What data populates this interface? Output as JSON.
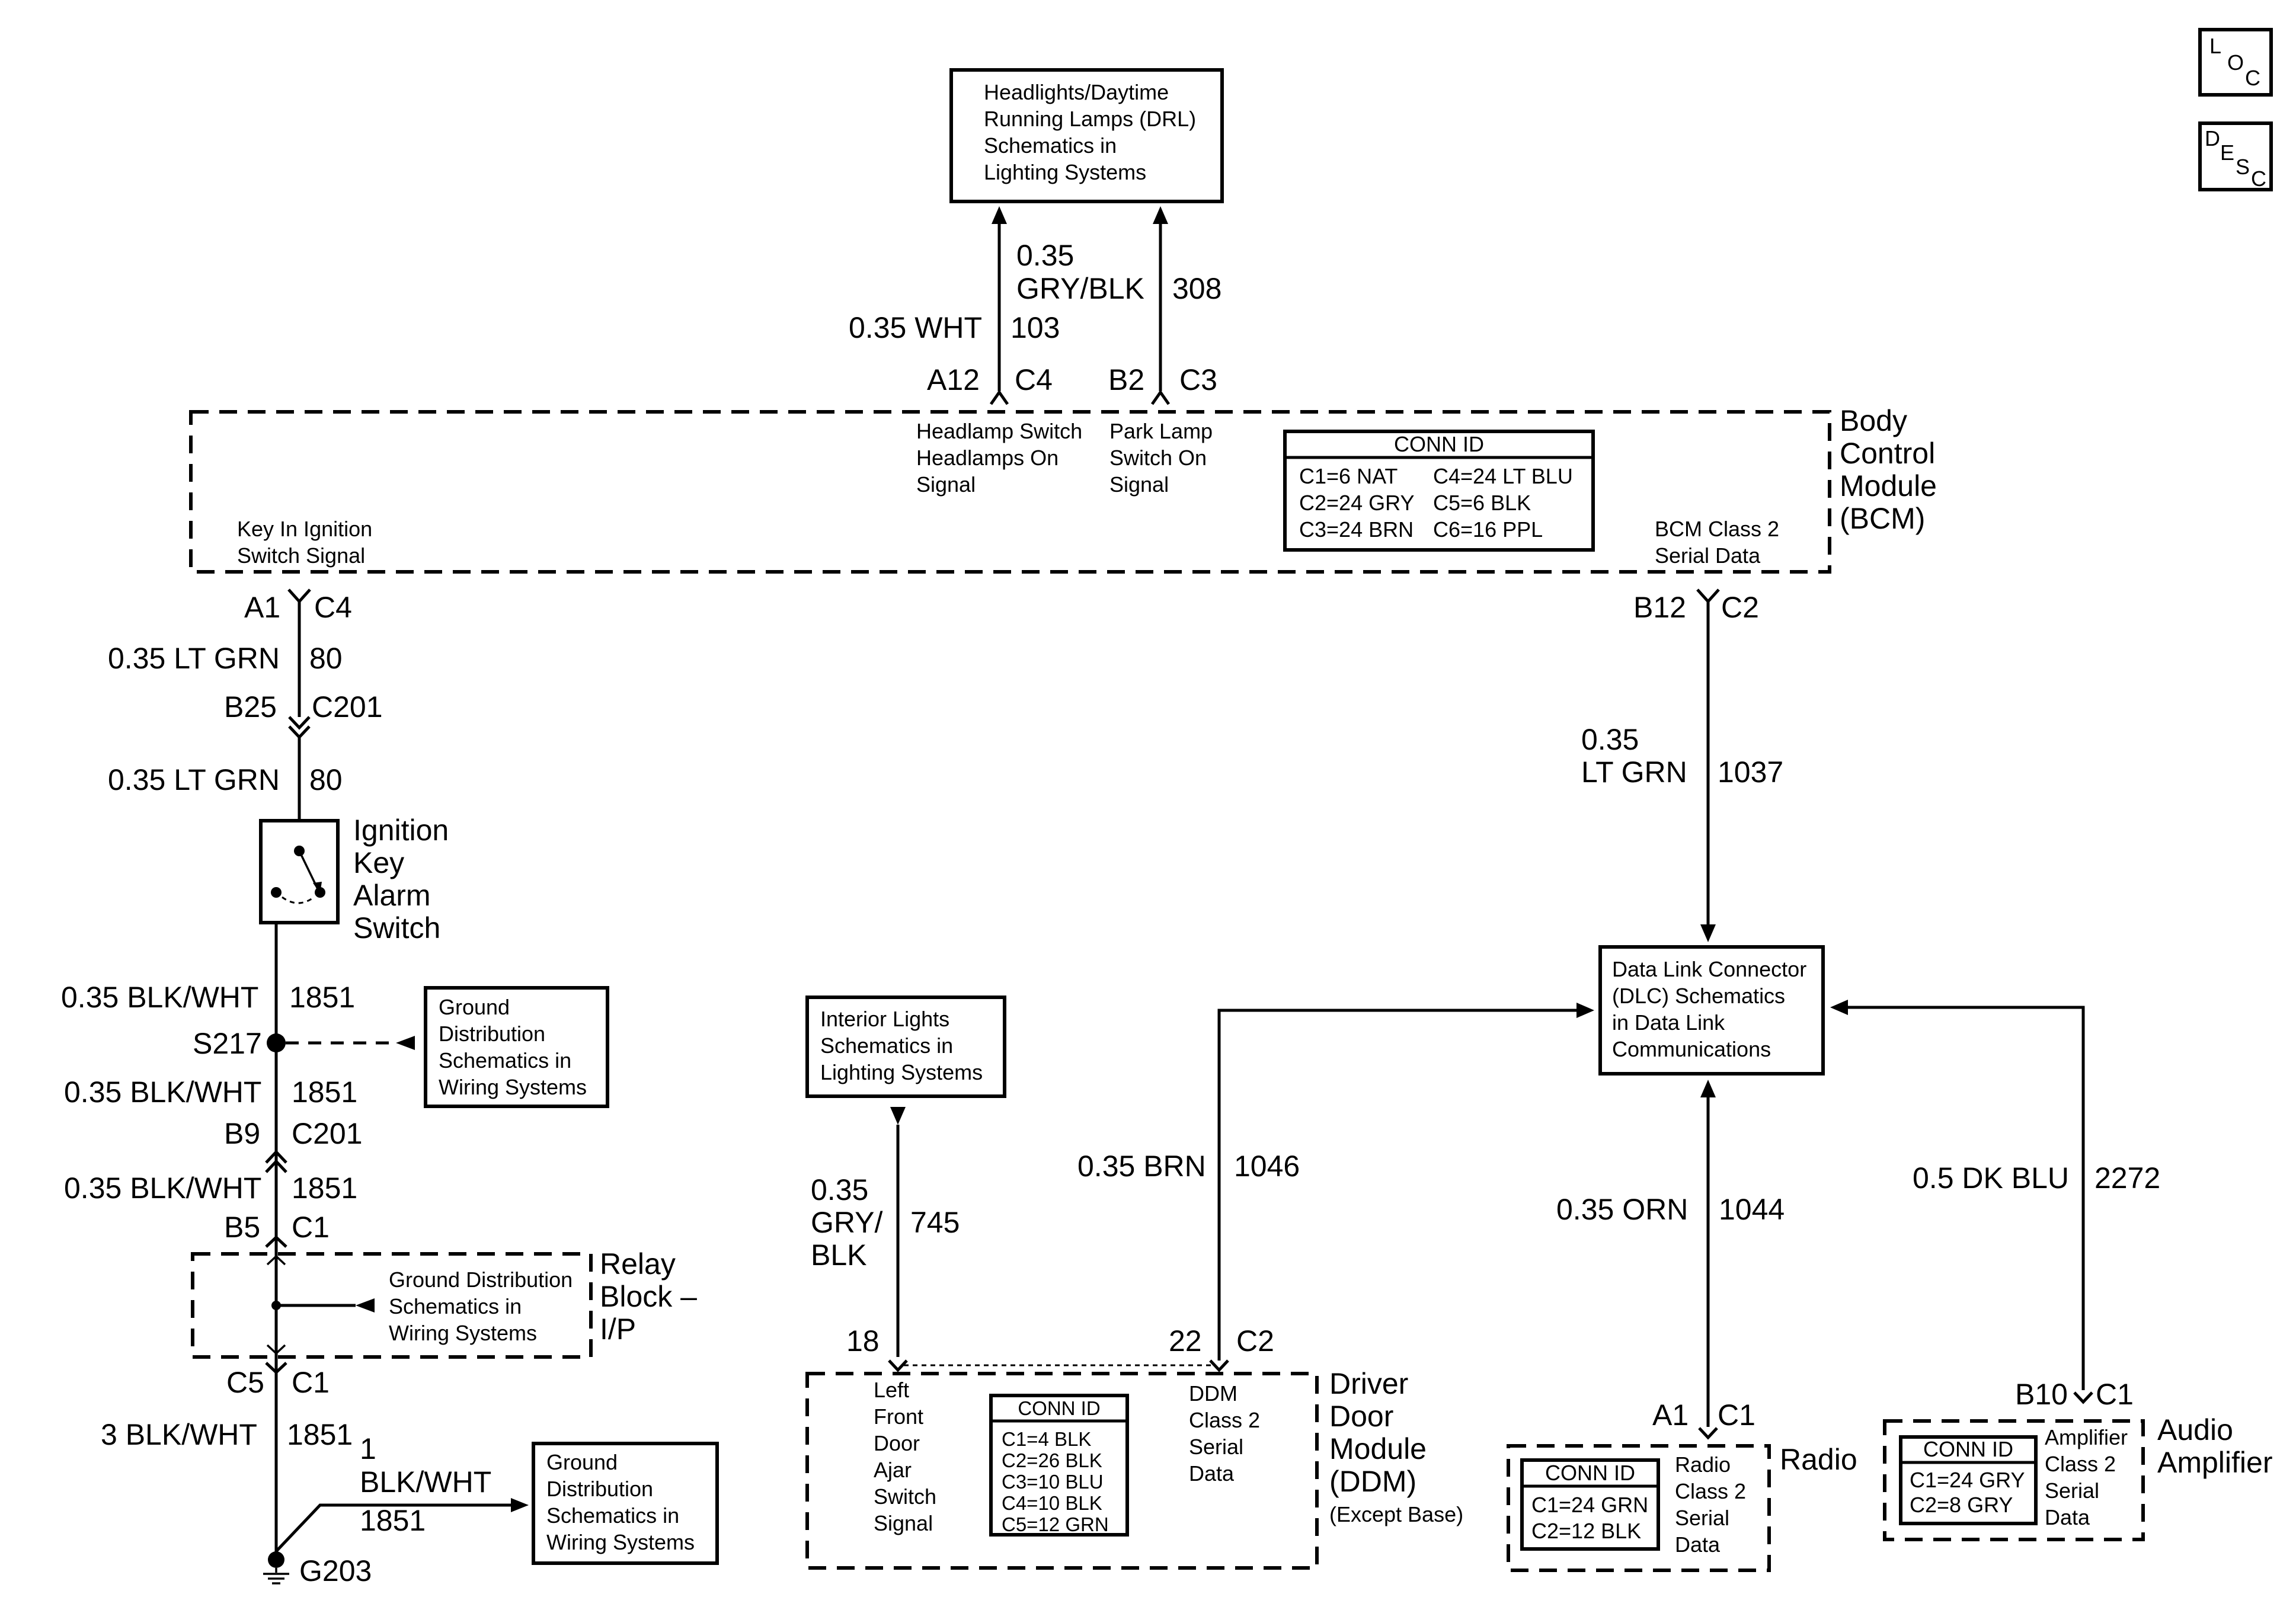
{
  "corner_icons": {
    "loc": [
      "L",
      "O",
      "C"
    ],
    "desc": [
      "D",
      "E",
      "S",
      "C"
    ]
  },
  "drl_box": {
    "lines": [
      "Headlights/Daytime",
      "Running Lamps (DRL)",
      "Schematics in",
      "Lighting Systems"
    ]
  },
  "bcm": {
    "name": [
      "Body",
      "Control",
      "Module",
      "(BCM)"
    ],
    "wire_103": {
      "size": "0.35 WHT",
      "circuit": "103",
      "pin": "A12",
      "conn": "C4",
      "label": [
        "Headlamp Switch",
        "Headlamps On",
        "Signal"
      ]
    },
    "wire_308": {
      "size": [
        "0.35",
        "GRY/BLK"
      ],
      "circuit": "308",
      "pin": "B2",
      "conn": "C3",
      "label": [
        "Park Lamp",
        "Switch On",
        "Signal"
      ]
    },
    "key_in": [
      "Key In Ignition",
      "Switch Signal"
    ],
    "serial": [
      "BCM Class 2",
      "Serial Data"
    ],
    "conn_id": {
      "title": "CONN ID",
      "left": [
        "C1=6 NAT",
        "C2=24 GRY",
        "C3=24 BRN"
      ],
      "right": [
        "C4=24 LT BLU",
        "C5=6 BLK",
        "C6=16 PPL"
      ]
    }
  },
  "left_circuit": {
    "bcm_pin": "A1",
    "bcm_conn": "C4",
    "wire1": {
      "size": "0.35 LT GRN",
      "circuit": "80"
    },
    "c201_pin": "B25",
    "c201_conn": "C201",
    "wire2": {
      "size": "0.35 LT GRN",
      "circuit": "80"
    },
    "switch_name": [
      "Ignition",
      "Key",
      "Alarm",
      "Switch"
    ],
    "wire3": {
      "size": "0.35 BLK/WHT",
      "circuit": "1851"
    },
    "splice": "S217",
    "ground_box1": [
      "Ground",
      "Distribution",
      "Schematics in",
      "Wiring Systems"
    ],
    "wire4": {
      "size": "0.35 BLK/WHT",
      "circuit": "1851"
    },
    "c201b_pin": "B9",
    "c201b_conn": "C201",
    "wire5": {
      "size": "0.35 BLK/WHT",
      "circuit": "1851"
    },
    "relay_pin_top": "B5",
    "relay_conn_top": "C1",
    "relay_label": [
      "Ground Distribution",
      "Schematics in",
      "Wiring Systems"
    ],
    "relay_name": [
      "Relay",
      "Block –",
      "I/P"
    ],
    "relay_pin_bot": "C5",
    "relay_conn_bot": "C1",
    "wire6": {
      "size": "3 BLK/WHT",
      "circuit": "1851"
    },
    "wire7": {
      "size": [
        "1",
        "BLK/WHT"
      ],
      "circuit": "1851"
    },
    "ground_box2": [
      "Ground",
      "Distribution",
      "Schematics in",
      "Wiring Systems"
    ],
    "ground": "G203"
  },
  "dlc": {
    "box": [
      "Data Link Connector",
      "(DLC) Schematics",
      "in Data Link",
      "Communications"
    ],
    "wire_1037": {
      "size": [
        "0.35",
        "LT GRN"
      ],
      "circuit": "1037",
      "pin": "B12",
      "conn": "C2"
    }
  },
  "interior_box": [
    "Interior Lights",
    "Schematics in",
    "Lighting Systems"
  ],
  "ddm": {
    "wire_745": {
      "size": [
        "0.35",
        "GRY/",
        "BLK"
      ],
      "circuit": "745",
      "pin": "18"
    },
    "wire_1046": {
      "size": "0.35 BRN",
      "circuit": "1046",
      "pin": "22",
      "conn": "C2"
    },
    "left_label": [
      "Left",
      "Front",
      "Door",
      "Ajar",
      "Switch",
      "Signal"
    ],
    "conn_id": {
      "title": "CONN ID",
      "rows": [
        "C1=4 BLK",
        "C2=26 BLK",
        "C3=10 BLU",
        "C4=10 BLK",
        "C5=12 GRN"
      ]
    },
    "serial": [
      "DDM",
      "Class 2",
      "Serial",
      "Data"
    ],
    "name": [
      "Driver",
      "Door",
      "Module",
      "(DDM)"
    ],
    "except": "(Except Base)"
  },
  "radio": {
    "wire_1044": {
      "size": "0.35 ORN",
      "circuit": "1044",
      "pin": "A1",
      "conn": "C1"
    },
    "conn_id": {
      "title": "CONN ID",
      "rows": [
        "C1=24 GRN",
        "C2=12 BLK"
      ]
    },
    "serial": [
      "Radio",
      "Class 2",
      "Serial",
      "Data"
    ],
    "name": "Radio"
  },
  "amp": {
    "wire_2272": {
      "size": "0.5 DK BLU",
      "circuit": "2272",
      "pin": "B10",
      "conn": "C1"
    },
    "conn_id": {
      "title": "CONN ID",
      "rows": [
        "C1=24 GRY",
        "C2=8 GRY"
      ]
    },
    "serial": [
      "Amplifier",
      "Class 2",
      "Serial",
      "Data"
    ],
    "name": [
      "Audio",
      "Amplifier"
    ]
  }
}
